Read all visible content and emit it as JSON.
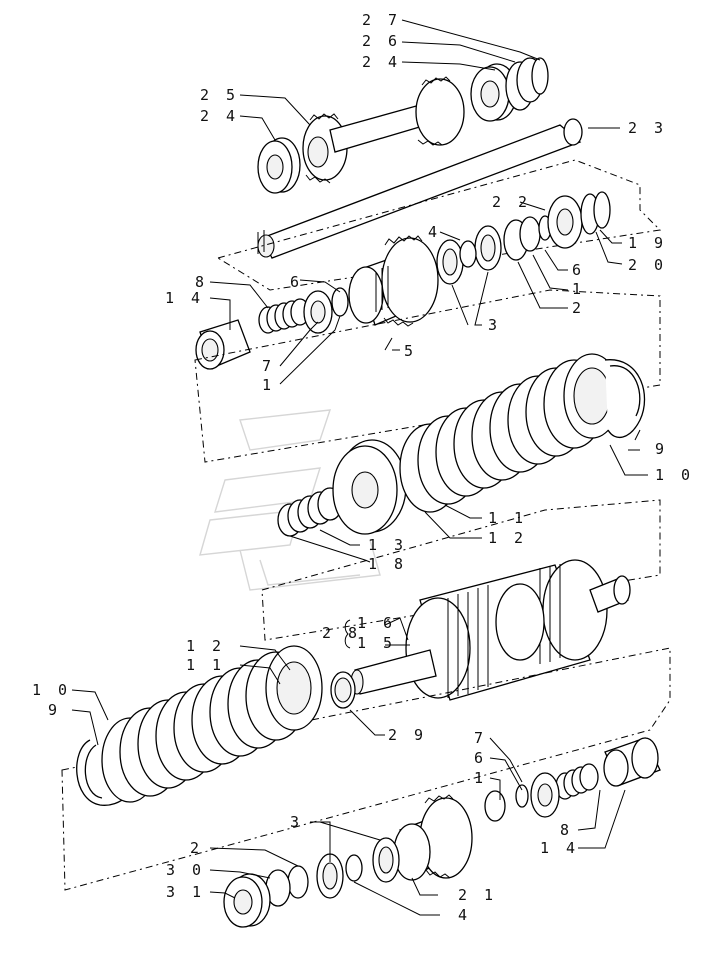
{
  "labels": [
    {
      "id": "l27",
      "text": "2 7"
    },
    {
      "id": "l26",
      "text": "2 6"
    },
    {
      "id": "l24a",
      "text": "2 4"
    },
    {
      "id": "l25",
      "text": "2 5"
    },
    {
      "id": "l24b",
      "text": "2 4"
    },
    {
      "id": "l23",
      "text": "2 3"
    },
    {
      "id": "l22",
      "text": "2 2"
    },
    {
      "id": "l19",
      "text": "1 9"
    },
    {
      "id": "l20",
      "text": "2 0"
    },
    {
      "id": "l4a",
      "text": "4"
    },
    {
      "id": "l6a",
      "text": "6"
    },
    {
      "id": "l1a",
      "text": "1"
    },
    {
      "id": "l2a",
      "text": "2"
    },
    {
      "id": "l8a",
      "text": "8"
    },
    {
      "id": "l14a",
      "text": "1 4"
    },
    {
      "id": "l6b",
      "text": "6"
    },
    {
      "id": "l3a",
      "text": "3"
    },
    {
      "id": "l7a",
      "text": "7"
    },
    {
      "id": "l5",
      "text": "5"
    },
    {
      "id": "l1b",
      "text": "1"
    },
    {
      "id": "l9a",
      "text": "9"
    },
    {
      "id": "l10a",
      "text": "1 0"
    },
    {
      "id": "l11a",
      "text": "1 1"
    },
    {
      "id": "l12a",
      "text": "1 2"
    },
    {
      "id": "l13",
      "text": "1 3"
    },
    {
      "id": "l18",
      "text": "1 8"
    },
    {
      "id": "l28",
      "text": "2 8"
    },
    {
      "id": "l16",
      "text": "1 6"
    },
    {
      "id": "l15",
      "text": "1 5"
    },
    {
      "id": "l12b",
      "text": "1 2"
    },
    {
      "id": "l11b",
      "text": "1 1"
    },
    {
      "id": "l10b",
      "text": "1 0"
    },
    {
      "id": "l9b",
      "text": "9"
    },
    {
      "id": "l29",
      "text": "2 9"
    },
    {
      "id": "l7b",
      "text": "7"
    },
    {
      "id": "l6c",
      "text": "6"
    },
    {
      "id": "l1c",
      "text": "1"
    },
    {
      "id": "l8b",
      "text": "8"
    },
    {
      "id": "l14b",
      "text": "1 4"
    },
    {
      "id": "l3b",
      "text": "3"
    },
    {
      "id": "l2b",
      "text": "2"
    },
    {
      "id": "l30",
      "text": "3 0"
    },
    {
      "id": "l31",
      "text": "3 1"
    },
    {
      "id": "l21",
      "text": "2 1"
    },
    {
      "id": "l4b",
      "text": "4"
    }
  ]
}
